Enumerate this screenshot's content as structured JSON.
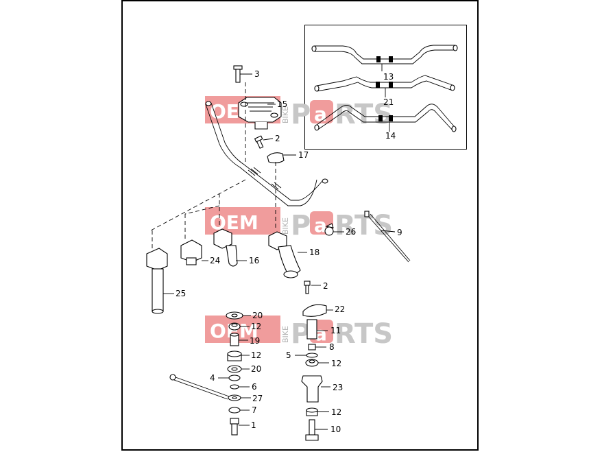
{
  "watermark": {
    "oem": "OEM",
    "bike": "BIKE",
    "parts_a": "P",
    "parts_b": "a",
    "parts_c": "RTS"
  },
  "colors": {
    "watermark_red": "#e34b4b",
    "watermark_gray": "#c7c7c7",
    "line": "#000000"
  },
  "callouts": [
    {
      "id": "c3",
      "text": "3"
    },
    {
      "id": "c15",
      "text": "15"
    },
    {
      "id": "c2a",
      "text": "2"
    },
    {
      "id": "c17",
      "text": "17"
    },
    {
      "id": "c13",
      "text": "13"
    },
    {
      "id": "c21",
      "text": "21"
    },
    {
      "id": "c14",
      "text": "14"
    },
    {
      "id": "c26",
      "text": "26"
    },
    {
      "id": "c9",
      "text": "9"
    },
    {
      "id": "c24",
      "text": "24"
    },
    {
      "id": "c16",
      "text": "16"
    },
    {
      "id": "c18",
      "text": "18"
    },
    {
      "id": "c25",
      "text": "25"
    },
    {
      "id": "c2b",
      "text": "2"
    },
    {
      "id": "c20a",
      "text": "20"
    },
    {
      "id": "c12a",
      "text": "12"
    },
    {
      "id": "c19",
      "text": "19"
    },
    {
      "id": "c12b",
      "text": "12"
    },
    {
      "id": "c20b",
      "text": "20"
    },
    {
      "id": "c4",
      "text": "4"
    },
    {
      "id": "c6",
      "text": "6"
    },
    {
      "id": "c27",
      "text": "27"
    },
    {
      "id": "c7",
      "text": "7"
    },
    {
      "id": "c1",
      "text": "1"
    },
    {
      "id": "c22",
      "text": "22"
    },
    {
      "id": "c11",
      "text": "11"
    },
    {
      "id": "c8",
      "text": "8"
    },
    {
      "id": "c5",
      "text": "5"
    },
    {
      "id": "c12c",
      "text": "12"
    },
    {
      "id": "c23",
      "text": "23"
    },
    {
      "id": "c12d",
      "text": "12"
    },
    {
      "id": "c10",
      "text": "10"
    }
  ]
}
